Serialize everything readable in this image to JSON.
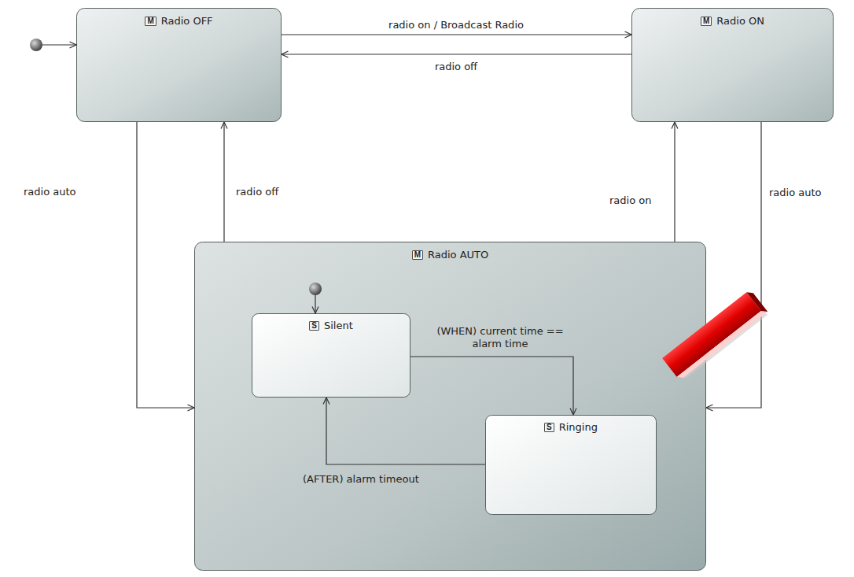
{
  "diagram": {
    "nodes": [
      {
        "text": [
          "M",
          "Radio OFF"
        ]
      },
      {
        "text": [
          "M",
          "Radio ON"
        ]
      },
      {
        "text": [
          "M",
          "Radio AUTO"
        ]
      },
      {
        "text": [
          "S",
          "Silent"
        ],
        "in": 2
      },
      {
        "text": [
          "S",
          "Ringing"
        ],
        "in": 2
      }
    ],
    "edges": [
      {
        "from": 0,
        "to": 1,
        "label": "radio on / Broadcast Radio",
        "arrow": "to"
      },
      {
        "from": 1,
        "to": 0,
        "label": "radio off",
        "arrow": "to"
      },
      {
        "from": 0,
        "to": 2,
        "label": "radio auto",
        "arrow": "to"
      },
      {
        "from": 2,
        "to": 0,
        "label": "radio off",
        "arrow": "to"
      },
      {
        "from": 2,
        "to": 1,
        "label": "radio on",
        "arrow": "to"
      },
      {
        "from": 1,
        "to": 2,
        "label": "radio auto",
        "arrow": "to"
      },
      {
        "from": 3,
        "to": 4,
        "label": "(WHEN) current time == alarm time",
        "arrow": "to"
      },
      {
        "from": 4,
        "to": 3,
        "label": "(AFTER) alarm timeout",
        "arrow": "to"
      }
    ]
  }
}
